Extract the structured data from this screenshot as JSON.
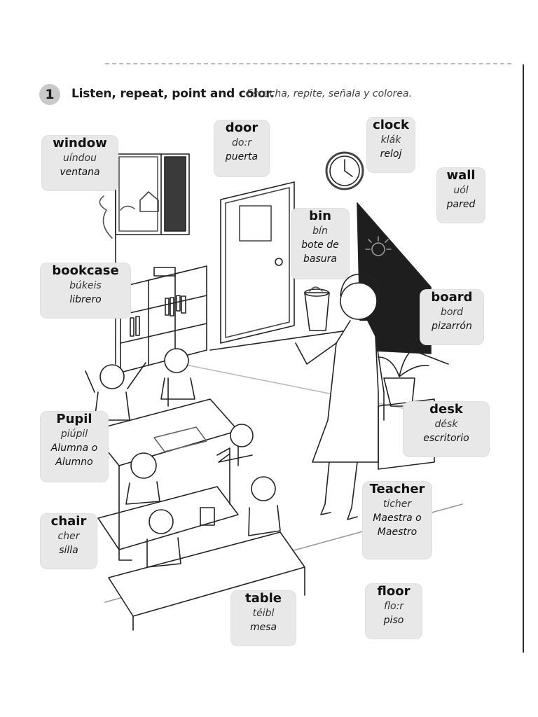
{
  "exercise": {
    "number": "1",
    "title_en": "Listen, repeat, point and color.",
    "title_es": "Escucha, repite, señala y colorea."
  },
  "vocabulary": {
    "window": {
      "word": "window",
      "pronunciation": "uíndou",
      "spanish": "ventana"
    },
    "door": {
      "word": "door",
      "pronunciation": "do:r",
      "spanish": "puerta"
    },
    "clock": {
      "word": "clock",
      "pronunciation": "klák",
      "spanish": "reloj"
    },
    "wall": {
      "word": "wall",
      "pronunciation": "uól",
      "spanish": "pared"
    },
    "bin": {
      "word": "bin",
      "pronunciation": "bín",
      "spanish_line1": "bote de",
      "spanish_line2": "basura"
    },
    "bookcase": {
      "word": "bookcase",
      "pronunciation": "búkeis",
      "spanish": "librero"
    },
    "board": {
      "word": "board",
      "pronunciation": "bord",
      "spanish": "pizarrón"
    },
    "desk": {
      "word": "desk",
      "pronunciation": "désk",
      "spanish": "escritorio"
    },
    "pupil": {
      "word": "Pupil",
      "pronunciation": "piúpil",
      "spanish_line1": "Alumna o",
      "spanish_line2": "Alumno"
    },
    "teacher": {
      "word": "Teacher",
      "pronunciation": "ticher",
      "spanish_line1": "Maestra o",
      "spanish_line2": "Maestro"
    },
    "chair": {
      "word": "chair",
      "pronunciation": "cher",
      "spanish": "silla"
    },
    "table": {
      "word": "table",
      "pronunciation": "téibl",
      "spanish": "mesa"
    },
    "floor": {
      "word": "floor",
      "pronunciation": "flo:r",
      "spanish": "piso"
    }
  }
}
